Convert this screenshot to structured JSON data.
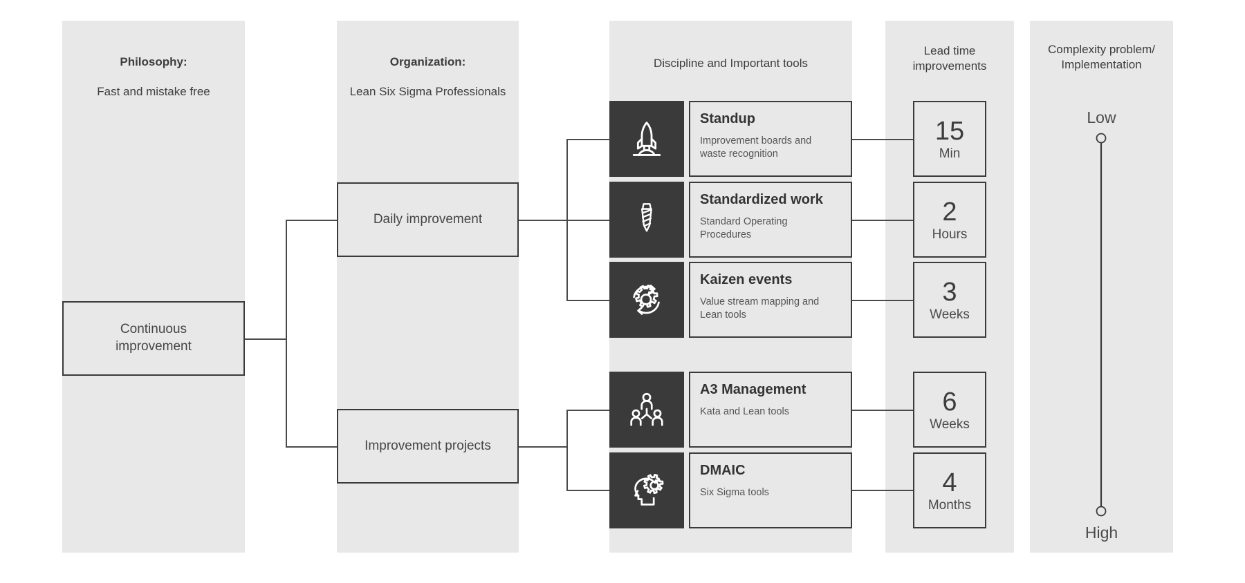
{
  "columns": [
    {
      "id": "philosophy",
      "title_strong": "Philosophy:",
      "title_sub": "Fast and mistake free"
    },
    {
      "id": "organization",
      "title_strong": "Organization:",
      "title_sub": "Lean Six Sigma Professionals"
    },
    {
      "id": "discipline",
      "title_strong": "",
      "title_sub": "Discipline and Important tools"
    },
    {
      "id": "leadtime",
      "title_strong": "",
      "title_sub": "Lead time\nimprovements"
    },
    {
      "id": "complexity",
      "title_strong": "",
      "title_sub": "Complexity problem/\nImplementation"
    }
  ],
  "root": {
    "label": "Continuous\nimprovement"
  },
  "branches": [
    {
      "label": "Daily improvement"
    },
    {
      "label": "Improvement projects"
    }
  ],
  "tools": [
    {
      "icon": "rocket-icon",
      "title": "Standup",
      "subtitle": "Improvement boards and\nwaste recognition",
      "lead_value": "15",
      "lead_unit": "Min"
    },
    {
      "icon": "necktie-icon",
      "title": "Standardized work",
      "subtitle": "Standard Operating\nProcedures",
      "lead_value": "2",
      "lead_unit": "Hours"
    },
    {
      "icon": "gear-cycle-icon",
      "title": "Kaizen events",
      "subtitle": "Value stream mapping and\nLean tools",
      "lead_value": "3",
      "lead_unit": "Weeks"
    },
    {
      "icon": "people-group-icon",
      "title": "A3 Management",
      "subtitle": "Kata and Lean tools",
      "lead_value": "6",
      "lead_unit": "Weeks"
    },
    {
      "icon": "head-gear-icon",
      "title": "DMAIC",
      "subtitle": "Six Sigma tools",
      "lead_value": "4",
      "lead_unit": "Months"
    }
  ],
  "complexity_scale": {
    "top_label": "Low",
    "bottom_label": "High"
  },
  "colors": {
    "panel": "#e8e8e8",
    "ink": "#3a3a3a",
    "tile": "#3a3a3a",
    "page": "#ffffff"
  }
}
